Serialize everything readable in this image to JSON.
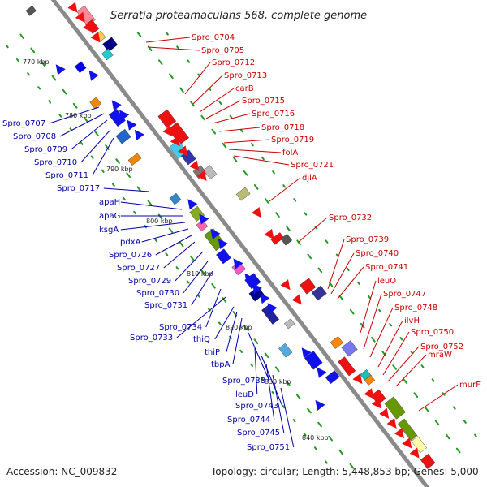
{
  "title": "Serratia proteamaculans 568, complete genome",
  "footer": {
    "accession": "Accession: NC_009832",
    "summary": "Topology: circular; Length: 5,448,853 bp; Genes: 5,000"
  },
  "colors": {
    "backbone": "#8a8a8a",
    "forward_label": "#cc0000",
    "reverse_label": "#0000aa",
    "forward_gene": "#ee1111",
    "reverse_gene": "#1111ee",
    "gc_dash": "#229922"
  },
  "kbp_ticks": [
    "770 kbp",
    "780 kbp",
    "790 kbp",
    "800 kbp",
    "810 kbp",
    "820 kbp",
    "830 kbp",
    "840 kbp"
  ],
  "forward_labels": [
    "Spro_0704",
    "Spro_0705",
    "Spro_0712",
    "Spro_0713",
    "carB",
    "Spro_0715",
    "Spro_0716",
    "Spro_0718",
    "Spro_0719",
    "folA",
    "Spro_0721",
    "djlA",
    "Spro_0732",
    "Spro_0739",
    "Spro_0740",
    "Spro_0741",
    "leuO",
    "Spro_0747",
    "Spro_0748",
    "ilvH",
    "Spro_0750",
    "Spro_0752",
    "mraW",
    "murF"
  ],
  "reverse_labels": [
    "Spro_0707",
    "Spro_0708",
    "Spro_0709",
    "Spro_0710",
    "Spro_0711",
    "Spro_0717",
    "apaH",
    "apaG",
    "ksgA",
    "pdxA",
    "Spro_0726",
    "Spro_0727",
    "Spro_0729",
    "Spro_0730",
    "Spro_0731",
    "Spro_0734",
    "Spro_0733",
    "thiQ",
    "thiP",
    "tbpA",
    "Spro_0738",
    "leuD",
    "Spro_0743",
    "Spro_0744",
    "Spro_0745",
    "Spro_0751"
  ]
}
